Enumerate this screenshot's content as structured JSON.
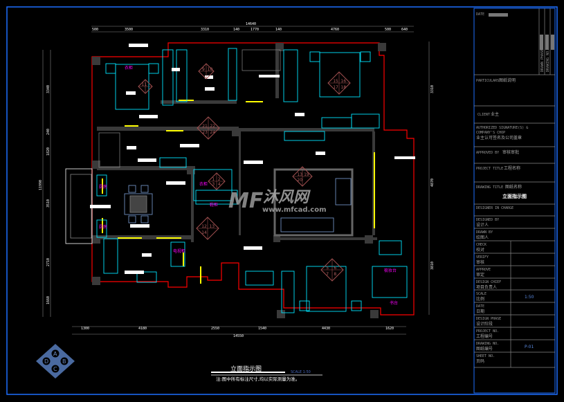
{
  "drawing": {
    "title": "立面指示图",
    "scale_note": "SCALE 1:50",
    "note": "注:图中所有标注尺寸,均以实际测量为准。",
    "watermark": {
      "brand": "沐风网",
      "url": "www.mfcad.com"
    },
    "compass": {
      "a": "A",
      "b": "B",
      "c": "C",
      "d": "D"
    }
  },
  "dimensions": {
    "top_total": "14640",
    "top": [
      "500",
      "3500",
      "3310",
      "140",
      "1770",
      "140",
      "4760",
      "500",
      "640"
    ],
    "bottom_total": "14550",
    "bottom": [
      "1300",
      "4180",
      "2550",
      "1540",
      "4430",
      "1620"
    ],
    "left_total": "11990",
    "left": [
      "3340",
      "240",
      "1820",
      "3510",
      "2710",
      "1660"
    ],
    "right": [
      "3310",
      "4870",
      "3810"
    ]
  },
  "elevation_markers": [
    {
      "labels": [
        "9",
        "10"
      ]
    },
    {
      "labels": [
        "11"
      ]
    },
    {
      "labels": [
        "21",
        "22",
        "23",
        "24"
      ]
    },
    {
      "labels": [
        "15",
        "16",
        "17",
        "18"
      ]
    },
    {
      "labels": [
        "13",
        "19",
        "20"
      ]
    },
    {
      "labels": [
        "1",
        "2",
        "3",
        "4"
      ]
    },
    {
      "labels": [
        "12",
        "13",
        "14"
      ]
    },
    {
      "labels": [
        "5",
        "6",
        "7",
        "8"
      ]
    }
  ],
  "room_tags": [
    "厨房",
    "厨房",
    "衣柜",
    "鞋柜",
    "电视柜",
    "梳妆台",
    "书台",
    "衣柜"
  ],
  "title_block": {
    "date_label": "DATE",
    "vertical_1": "DRAWN PHASE",
    "vertical_2": "DRAWING NO.",
    "particulars_label": "PARTICULARS",
    "particulars_value": "图纸说明",
    "client_label": "CLIENT",
    "client_value": "业主",
    "authorized_label_1": "AUTHORIZED SIGNATURE(S) &",
    "authorized_label_2": "COMPANY'S CHOP",
    "authorized_value": "业主认可签名及公司盖章",
    "approved_label": "APPROVED BY",
    "approved_value": "审核审批",
    "project_title_label": "PROJECT TITLE",
    "project_title_value": "工程名称",
    "drawing_title_label": "DRAWING TITLE",
    "drawing_title_value": "图纸名称",
    "drawing_title_main": "立面指示图",
    "rows": [
      {
        "label": "DESIGNER IN CHARGE",
        "value": ""
      },
      {
        "label": "DESIGNED BY",
        "value": "设计人"
      },
      {
        "label": "DRAWN BY",
        "value": "绘图人"
      },
      {
        "label": "CHECK",
        "value": "校对",
        "right": ""
      },
      {
        "label": "VERIFY",
        "value": "审核",
        "right": ""
      },
      {
        "label": "APPROVE",
        "value": "审定",
        "right": ""
      },
      {
        "label": "DESIGN CHIEF",
        "value": "项目负责人",
        "right": ""
      },
      {
        "label": "SCALE",
        "value": "比例",
        "right": "1:50"
      },
      {
        "label": "DATE",
        "value": "日期",
        "right": ""
      },
      {
        "label": "DESIGN PHASE",
        "value": "设计阶段",
        "right": ""
      },
      {
        "label": "PROJECT NO.",
        "value": "工程编号",
        "right": ""
      },
      {
        "label": "DRAWING NO.",
        "value": "图纸编号",
        "right": "P-01"
      },
      {
        "label": "SHEET NO.",
        "value": "页码",
        "right": ""
      }
    ]
  },
  "colors": {
    "frame": "#1e6fff",
    "wall_outline": "#ff0000",
    "furniture": "#00e5ff",
    "marker": "#a05050",
    "window": "#ffff00",
    "wall_fill": "#3a3a3a"
  }
}
